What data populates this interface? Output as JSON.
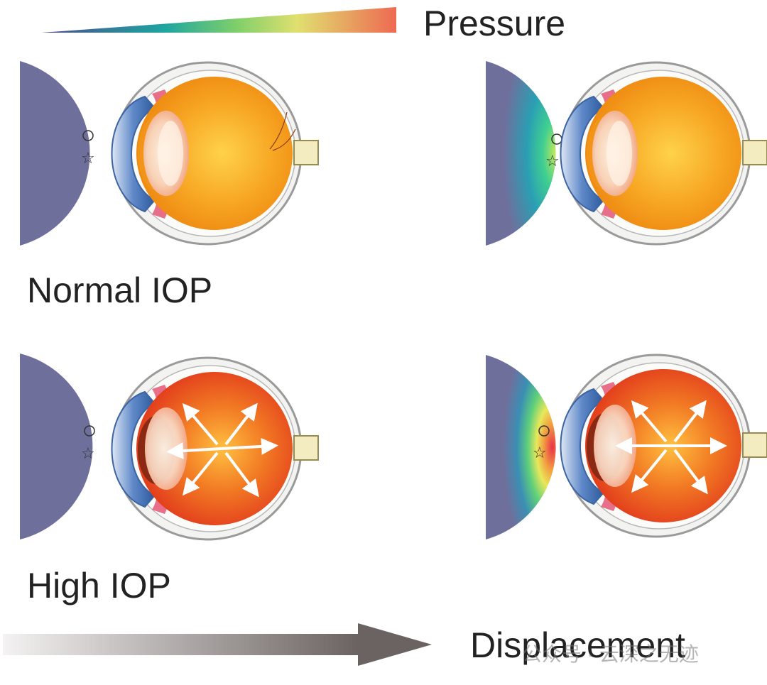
{
  "pressure_scale": {
    "label": "Pressure"
  },
  "displacement_scale": {
    "label": "Displacement"
  },
  "rows": [
    {
      "label": "Normal IOP"
    },
    {
      "label": "High IOP"
    }
  ],
  "watermark": "公众号 · 云深之无迹",
  "colors": {
    "probe": "#6f6f9c",
    "eye_normal": "#f5a020",
    "eye_high": "#ee5a22",
    "pressure_low": "#4c4a8f",
    "pressure_mid": "#d8e060",
    "pressure_high": "#ee6a52",
    "arrow_gray": "#6b6361"
  }
}
